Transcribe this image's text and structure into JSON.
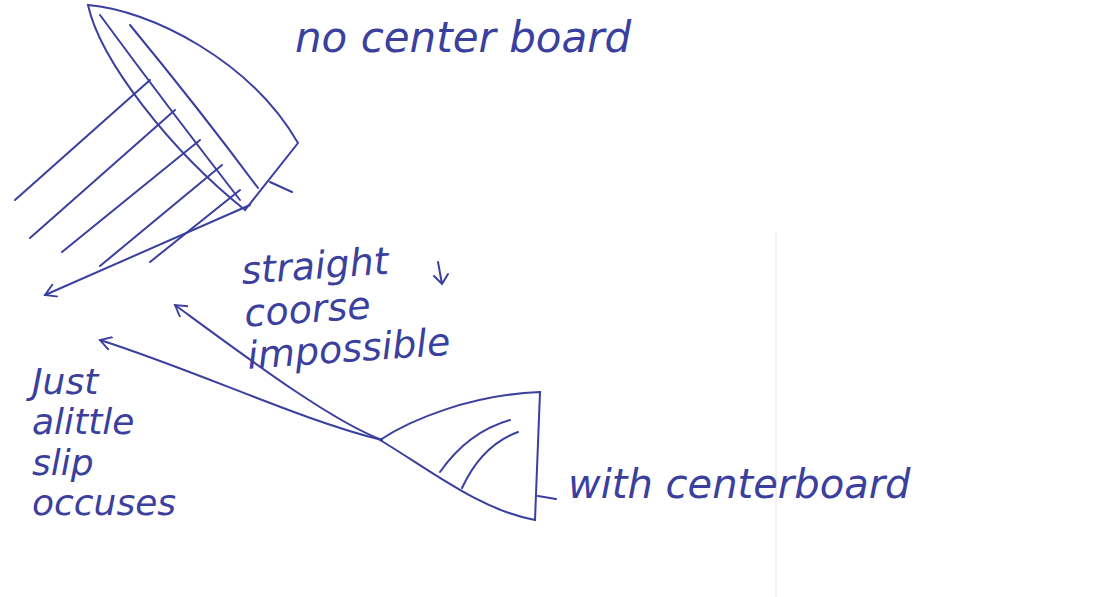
{
  "diagram": {
    "labels": [
      "no center board",
      "straight coorse impossible",
      "Just alittle slip occuses",
      "with centerboard"
    ]
  }
}
